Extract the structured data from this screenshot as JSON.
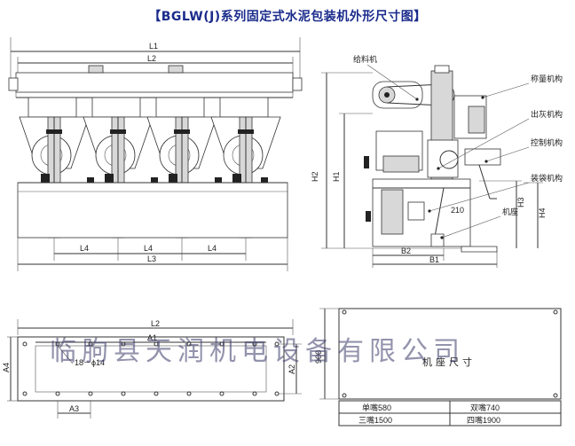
{
  "title": "【BGLW(J)系列固定式水泥包装机外形尺寸图】",
  "front_view": {
    "dims": {
      "L1": "L1",
      "L2": "L2",
      "L3": "L3",
      "L4a": "L4",
      "L4b": "L4",
      "L4c": "L4"
    }
  },
  "side_view": {
    "labels": {
      "feeder": "给料机",
      "weigher": "称量机构",
      "ash_out": "出灰机构",
      "control": "控制机构",
      "bagging": "装袋机构",
      "base": "机座"
    },
    "dims": {
      "H1": "H1",
      "H2": "H2",
      "H3": "H3",
      "H4": "H4",
      "B1": "B1",
      "B2": "B2",
      "d210": "210"
    }
  },
  "plan_view": {
    "dims": {
      "L2": "L2",
      "A1": "A1",
      "A2": "A2",
      "A3": "A3",
      "A4": "A4",
      "holes": "18－ϕ14"
    }
  },
  "base_view": {
    "label": "机座尺寸",
    "dim_900": "900",
    "table": [
      {
        "left": "单嘴580",
        "right": "双嘴740"
      },
      {
        "left": "三嘴1500",
        "right": "四嘴1900"
      }
    ]
  },
  "watermark": "临朐县天润机电设备有限公司"
}
